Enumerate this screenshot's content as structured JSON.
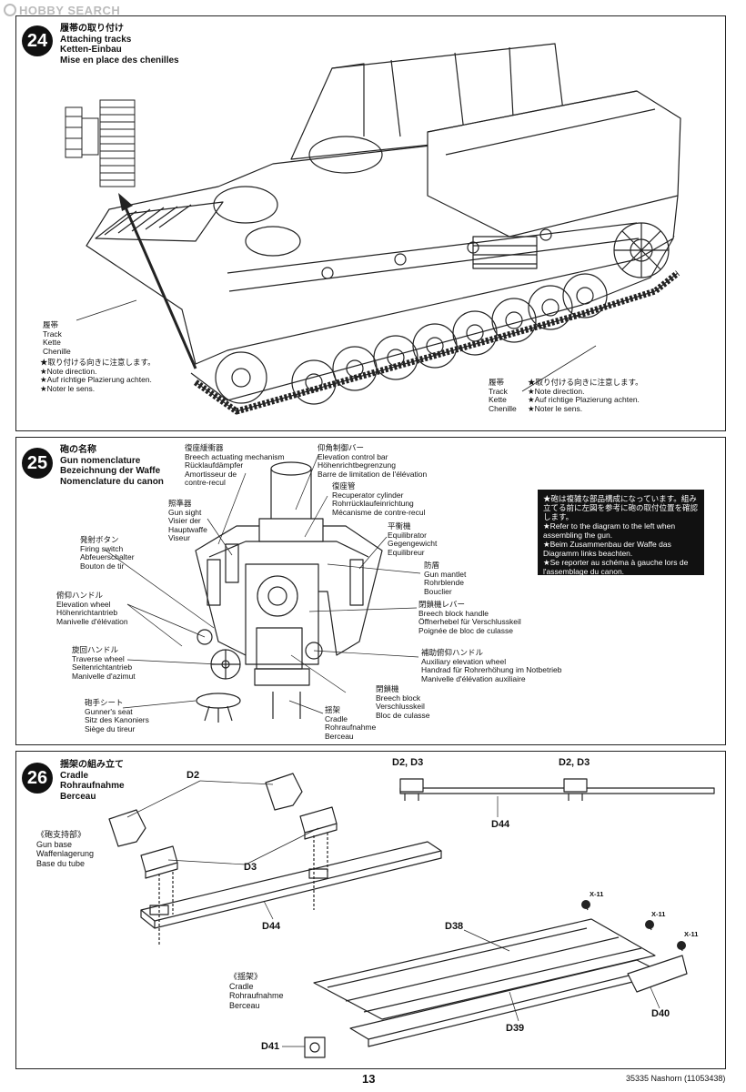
{
  "watermark": {
    "brand": "HOBBY",
    "suffix": "SEARCH"
  },
  "step24": {
    "number": "24",
    "title_lines": [
      "履帯の取り付け",
      "Attaching tracks",
      "Ketten-Einbau",
      "Mise en place des chenilles"
    ],
    "left_label": [
      "履帯",
      "Track",
      "Kette",
      "Chenille"
    ],
    "left_notes": [
      "★取り付ける向きに注意します。",
      "★Note direction.",
      "★Auf richtige Plazierung achten.",
      "★Noter le sens."
    ],
    "right_label": [
      "履帯",
      "Track",
      "Kette",
      "Chenille"
    ],
    "right_notes": [
      "★取り付ける向きに注意します。",
      "★Note direction.",
      "★Auf richtige Plazierung achten.",
      "★Noter le sens."
    ]
  },
  "step25": {
    "number": "25",
    "title_lines": [
      "砲の名称",
      "Gun nomenclature",
      "Bezeichnung der Waffe",
      "Nomenclature du canon"
    ],
    "labels": {
      "recoil_mechanism": [
        "復座緩衝器",
        "Breech actuating mechanism",
        "Rücklaufdämpfer",
        "Amortisseur de",
        "contre-recul"
      ],
      "elevation_bar": [
        "仰角制御バー",
        "Elevation control bar",
        "Höhenrichtbegrenzung",
        "Barre de limitation de l'élévation"
      ],
      "recuperator": [
        "復座管",
        "Recuperator cylinder",
        "Rohrrücklaufeinrichtung",
        "Mécanisme de contre-recul"
      ],
      "gun_sight": [
        "照準器",
        "Gun sight",
        "Visier der",
        "Hauptwaffe",
        "Viseur"
      ],
      "equilibrator": [
        "平衡機",
        "Equilibrator",
        "Gegengewicht",
        "Equilibreur"
      ],
      "firing_switch": [
        "発射ボタン",
        "Firing switch",
        "Abfeuerschalter",
        "Bouton de tir"
      ],
      "gun_mantlet": [
        "防盾",
        "Gun mantlet",
        "Rohrblende",
        "Bouclier"
      ],
      "elevation_wheel": [
        "俯仰ハンドル",
        "Elevation wheel",
        "Höhenrichtantrieb",
        "Manivelle d'élévation"
      ],
      "breech_handle": [
        "閉鎖機レバー",
        "Breech block handle",
        "Öffnerhebel für Verschlusskeil",
        "Poignée de bloc de culasse"
      ],
      "traverse_wheel": [
        "旋回ハンドル",
        "Traverse wheel",
        "Seitenrichtantrieb",
        "Manivelle d'azimut"
      ],
      "aux_elevation": [
        "補助俯仰ハンドル",
        "Auxiliary elevation wheel",
        "Handrad für Rohrerhöhung im Notbetrieb",
        "Manivelle d'élévation auxiliaire"
      ],
      "breech_block": [
        "閉鎖機",
        "Breech block",
        "Verschlusskeil",
        "Bloc de culasse"
      ],
      "gunner_seat": [
        "砲手シート",
        "Gunner's seat",
        "Sitz des Kanoniers",
        "Siège du tireur"
      ],
      "cradle": [
        "揺架",
        "Cradle",
        "Rohraufnahme",
        "Berceau"
      ]
    },
    "note_lines": [
      "★砲は複雑な部品構成になっています。組み立てる前に左図を参考に砲の取付位置を確認します。",
      "★Refer to the diagram to the left when assembling the gun.",
      "★Beim Zusammenbau der Waffe das Diagramm links beachten.",
      "★Se reporter au schéma à gauche lors de l'assemblage du canon."
    ]
  },
  "step26": {
    "number": "26",
    "title_lines": [
      "揺架の組み立て",
      "Cradle",
      "Rohraufnahme",
      "Berceau"
    ],
    "gun_base": [
      "《砲支持部》",
      "Gun base",
      "Waffenlagerung",
      "Base du tube"
    ],
    "cradle_sub": [
      "《揺架》",
      "Cradle",
      "Rohraufnahme",
      "Berceau"
    ],
    "parts": {
      "d2": "D2",
      "d3": "D3",
      "d44": "D44",
      "d44b": "D44",
      "d2d3_left": "D2, D3",
      "d2d3_right": "D2, D3",
      "d38": "D38",
      "d39": "D39",
      "d40": "D40",
      "d41": "D41",
      "x11a": "X-11",
      "x11b": "X-11",
      "x11c": "X-11"
    }
  },
  "footer": {
    "page": "13",
    "product": "35335 Nashorn (11053438)"
  }
}
